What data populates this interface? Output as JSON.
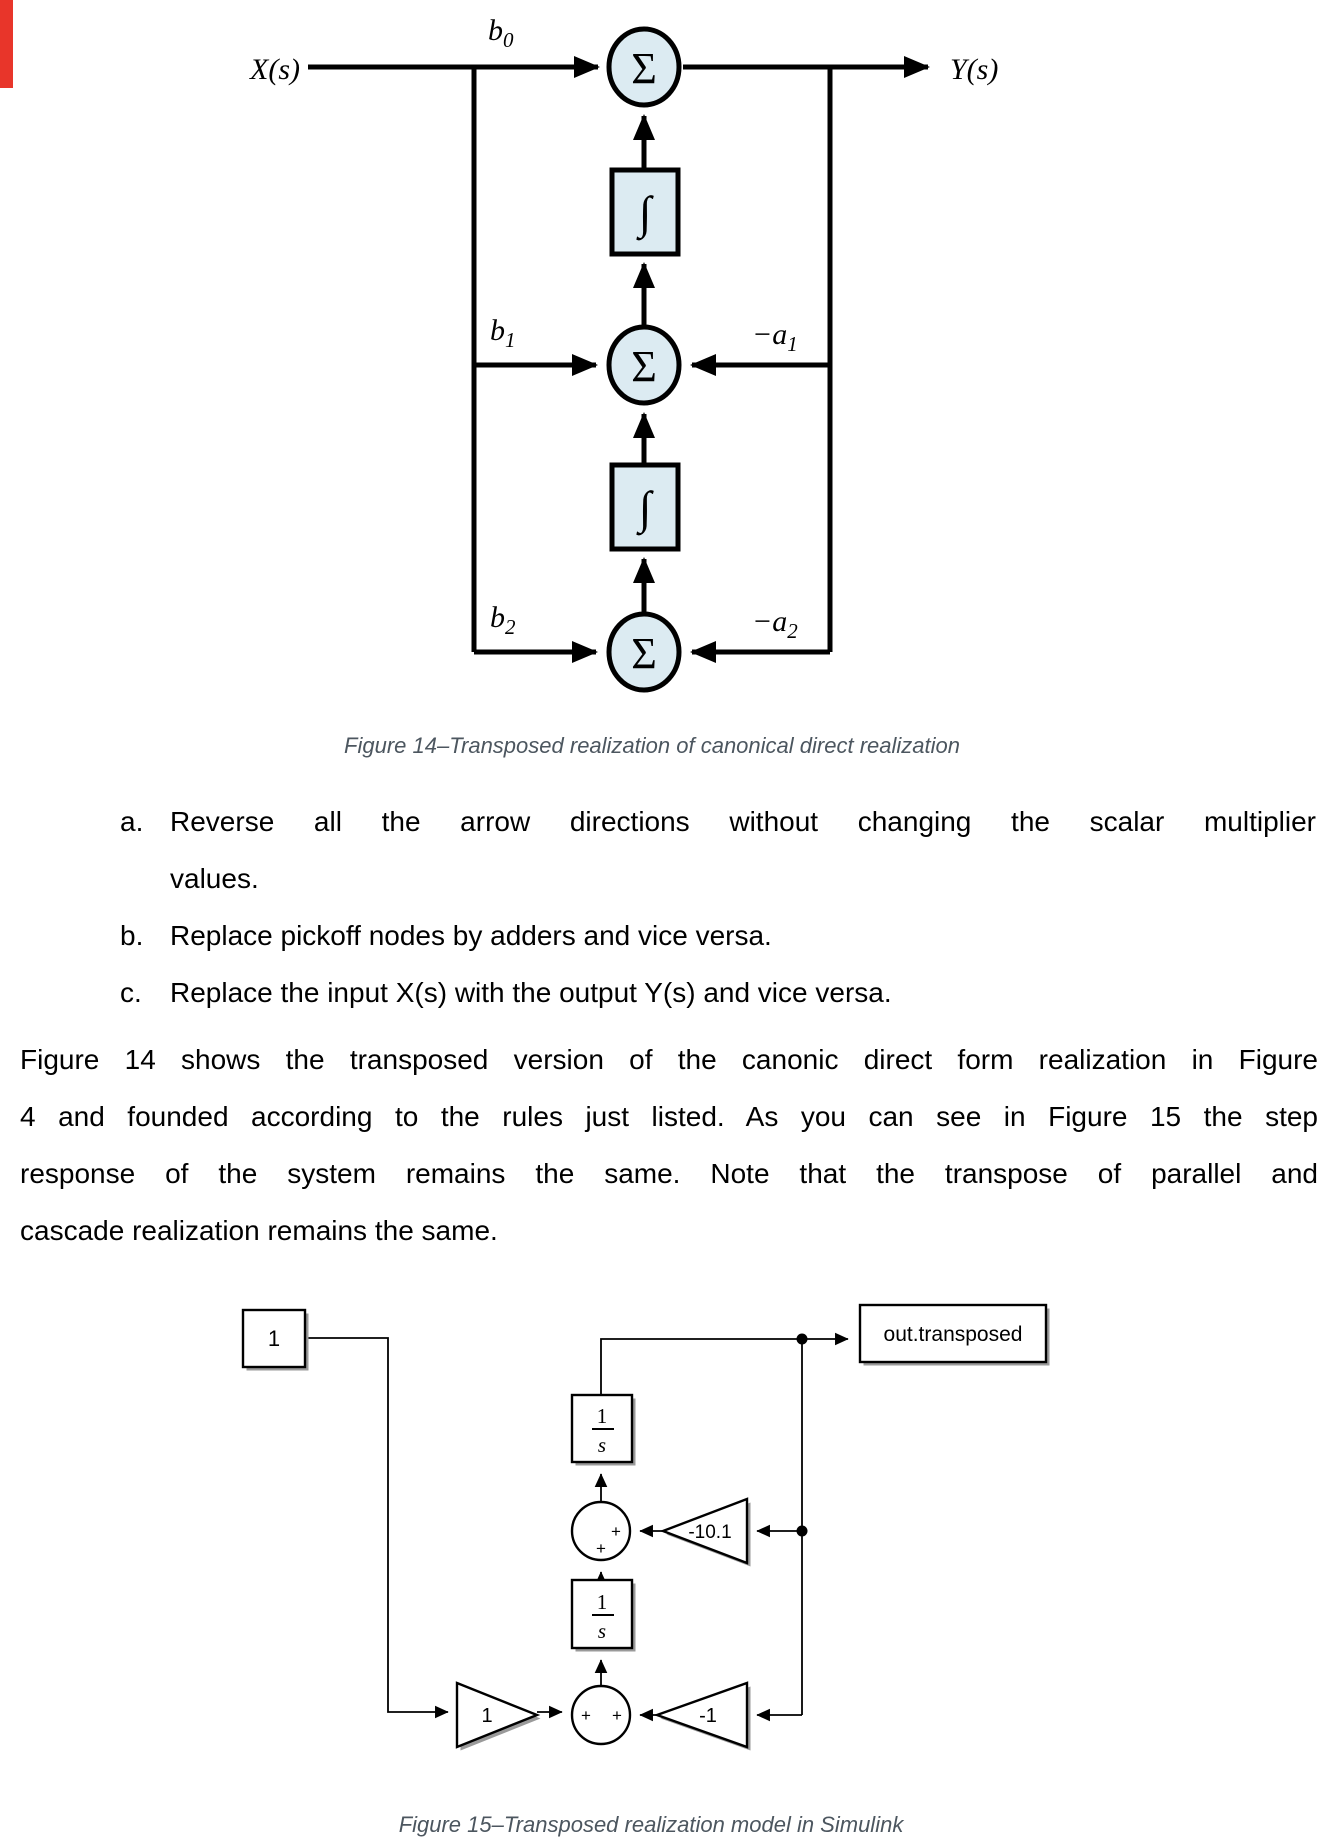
{
  "theme": {
    "node_fill": "#dcebf2",
    "caption_color": "#4c565f",
    "red_mark_color": "#e8352a",
    "line_color": "#000000"
  },
  "figure14": {
    "input_label": "X(s)",
    "output_label": "Y(s)",
    "sum_symbol": "Σ",
    "integrator_symbol": "∫",
    "gains": {
      "b0_base": "b",
      "b0_sub": "0",
      "b1_base": "b",
      "b1_sub": "1",
      "b2_base": "b",
      "b2_sub": "2",
      "a1_base": "−a",
      "a1_sub": "1",
      "a2_base": "−a",
      "a2_sub": "2"
    },
    "caption": "Figure 14–Transposed realization of canonical direct realization"
  },
  "list": {
    "items": [
      {
        "marker": "a.",
        "lines": [
          "Reverse all the arrow directions without changing the scalar multiplier",
          "values."
        ]
      },
      {
        "marker": "b.",
        "lines": [
          "Replace pickoff nodes by adders and vice versa."
        ]
      },
      {
        "marker": "c.",
        "lines": [
          "Replace the input X(s) with the output Y(s) and vice versa."
        ]
      }
    ]
  },
  "paragraph": {
    "lines": [
      "Figure 14 shows the transposed version of the canonic direct form realization in Figure",
      "4 and founded according to the rules just listed. As you can see in Figure 15 the step",
      "response of the system remains the same. Note that the transpose of parallel and",
      "cascade realization remains the same."
    ]
  },
  "figure15": {
    "constant_label": "1",
    "out_label": "out.transposed",
    "integrator_numerator": "1",
    "integrator_denominator": "s",
    "gain_feedback_upper": "-10.1",
    "gain_input": "1",
    "gain_feedback_lower": "-1",
    "plus": "+",
    "caption": "Figure 15–Transposed realization model in Simulink"
  }
}
